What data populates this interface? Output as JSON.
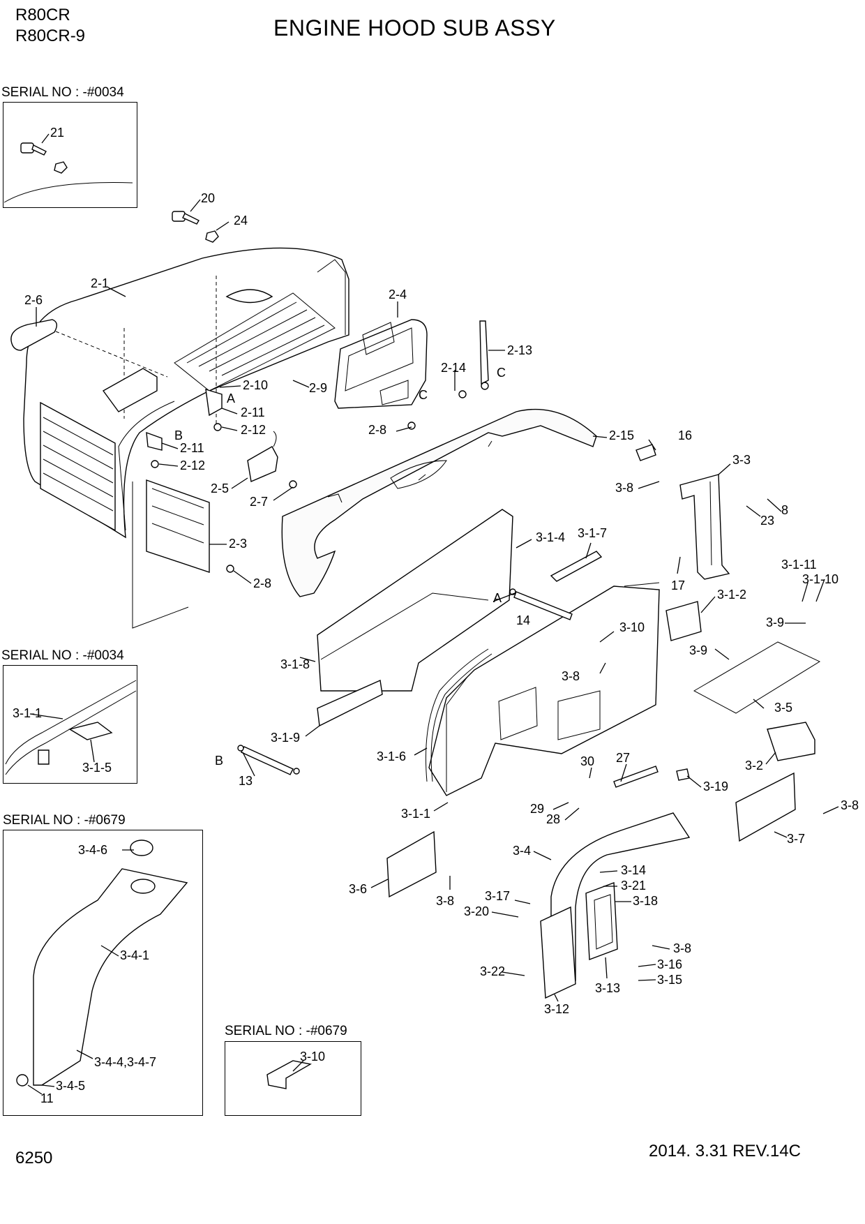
{
  "header": {
    "models": [
      "R80CR",
      "R80CR-9"
    ],
    "title": "ENGINE HOOD SUB ASSY"
  },
  "serial_labels": [
    "SERIAL NO : -#0034",
    "SERIAL NO : -#0034",
    "SERIAL NO : -#0679",
    "SERIAL NO : -#0679"
  ],
  "footer": {
    "page_number": "6250",
    "date_revision": "2014. 3.31  REV.14C"
  },
  "callouts": [
    "21",
    "20",
    "24",
    "2-1",
    "2-6",
    "2-4",
    "2-13",
    "2-14",
    "C",
    "2-10",
    "2-9",
    "A",
    "2-11",
    "2-12",
    "C",
    "2-8",
    "B",
    "2-11",
    "2-12",
    "2-5",
    "2-7",
    "2-3",
    "2-8",
    "2-15",
    "16",
    "3-3",
    "3-8",
    "8",
    "23",
    "3-1-4",
    "3-1-7",
    "17",
    "3-1-11",
    "3-1-10",
    "A",
    "14",
    "3-1-2",
    "3-9",
    "3-10",
    "3-9",
    "3-1-8",
    "3-8",
    "3-5",
    "3-1-9",
    "B",
    "3-1-6",
    "13",
    "30",
    "27",
    "3-19",
    "3-2",
    "29",
    "28",
    "3-1-1",
    "3-7",
    "3-8",
    "3-4",
    "3-6",
    "3-8",
    "3-14",
    "3-21",
    "3-17",
    "3-18",
    "3-20",
    "3-8",
    "3-22",
    "3-16",
    "3-13",
    "3-15",
    "3-12",
    "3-1-1",
    "3-1-5",
    "3-4-6",
    "3-4-1",
    "3-4-4,3-4-7",
    "3-4-5",
    "11",
    "3-10"
  ]
}
